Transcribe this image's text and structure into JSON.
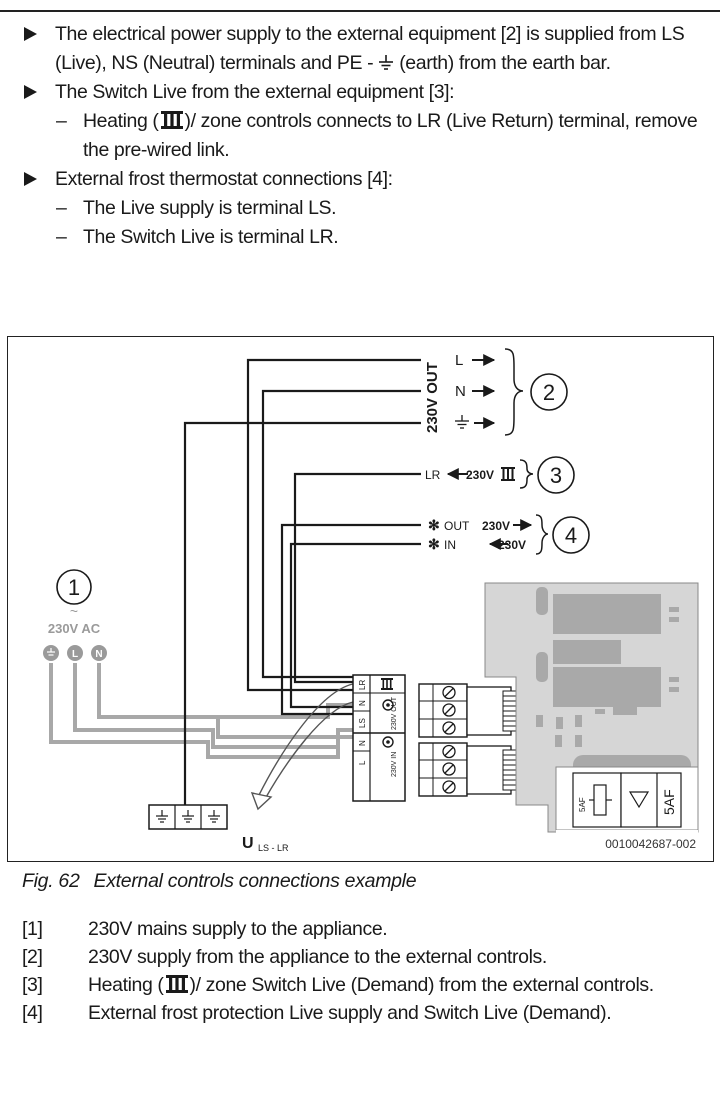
{
  "bullets": [
    {
      "pre": "The electrical power supply to the external equipment [2] is supplied from LS (Live), NS (Neutral) terminals and PE - ",
      "post": " (earth) from the earth bar."
    },
    {
      "pre": "The Switch Live from the external equipment [3]:",
      "post": ""
    },
    {
      "pre": "External frost thermostat connections [4]:",
      "post": ""
    }
  ],
  "subitems": {
    "b2": [
      {
        "pre": "Heating (",
        "post": ")/ zone controls connects to LR (Live Return) terminal, remove the pre-wired link."
      }
    ],
    "b3": [
      {
        "text": "The Live supply is terminal LS."
      },
      {
        "text": "The Switch Live is terminal LR."
      }
    ]
  },
  "dash": "–",
  "figure": {
    "callouts": [
      "1",
      "2",
      "3",
      "4"
    ],
    "mains_label": "230V AC",
    "mains_tilde": "~",
    "mains_terminals": [
      "L",
      "N"
    ],
    "out_block_label": "230V OUT",
    "out_lines": [
      "L",
      "N"
    ],
    "lr_label": "LR",
    "lr_voltage": "230V",
    "frost_out_label": "OUT",
    "frost_out_voltage": "230V",
    "frost_in_label": "IN",
    "frost_in_voltage": "230V",
    "terminal_labels": [
      "LR",
      "N",
      "LS",
      "N",
      "L"
    ],
    "terminal_out_label": "230V OUT",
    "terminal_in_label": "230V IN",
    "link_label": "LS - LR",
    "fuse_labels": [
      "5AF",
      "5AF"
    ],
    "image_code": "0010042687-002"
  },
  "caption": {
    "number": "Fig. 62",
    "text": "External controls connections example"
  },
  "legend": [
    {
      "key": "[1]",
      "pre": "230V mains supply to the appliance.",
      "post": ""
    },
    {
      "key": "[2]",
      "pre": "230V supply from the appliance to the external controls.",
      "post": ""
    },
    {
      "key": "[3]",
      "pre": "Heating (",
      "post": ")/ zone Switch Live (Demand) from the external controls."
    },
    {
      "key": "[4]",
      "pre": "External frost protection Live supply and Switch Live (Demand).",
      "post": ""
    }
  ]
}
